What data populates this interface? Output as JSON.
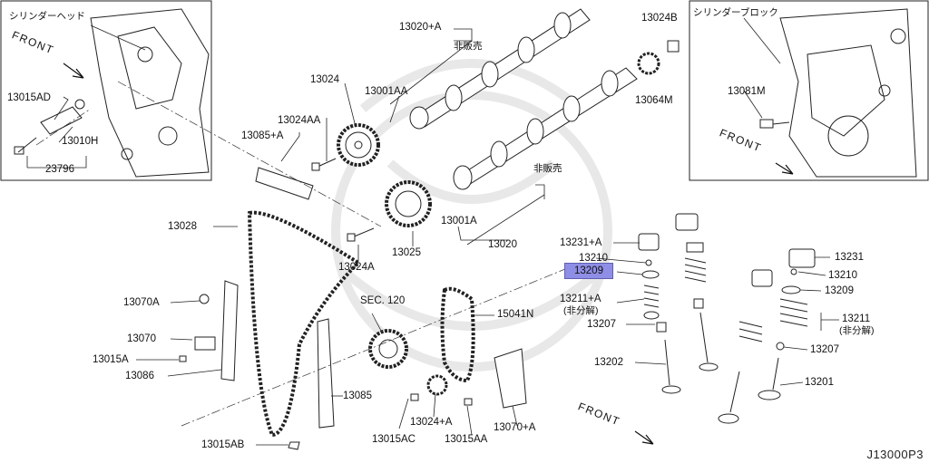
{
  "parts": {
    "l13020a": "13020+A",
    "l13024b": "13024B",
    "l13024": "13024",
    "l13001aa": "13001AA",
    "l13064m": "13064M",
    "l13024aa": "13024AA",
    "l13085a": "13085+A",
    "l13081m": "13081M",
    "l13028": "13028",
    "l13001a": "13001A",
    "l13020": "13020",
    "l13025": "13025",
    "l13024a": "13024A",
    "l13231a": "13231+A",
    "l13231": "13231",
    "l13210_left": "13210",
    "l13210_right": "13210",
    "l13209_left": "13209",
    "l13209_right": "13209",
    "l13211a": "13211+A",
    "l13211": "13211",
    "l13207_left": "13207",
    "l13207_right": "13207",
    "l13202": "13202",
    "l13201": "13201",
    "l13070a": "13070A",
    "l13070": "13070",
    "l13015a": "13015A",
    "l13086": "13086",
    "lsec120": "SEC. 120",
    "l15041n": "15041N",
    "l13085": "13085",
    "l13024pa": "13024+A",
    "l13070pa": "13070+A",
    "l13015ab": "13015AB",
    "l13015ac": "13015AC",
    "l13015aa": "13015AA",
    "l13015ad": "13015AD",
    "l13010h": "13010H",
    "l23796": "23796"
  },
  "notes": {
    "not_for_sale_top": "非販売",
    "not_for_sale_bottom": "非販売",
    "no_disassembly_left": "(非分解)",
    "no_disassembly_right": "(非分解)",
    "cylinder_head": "シリンダーヘッド",
    "cylinder_block": "シリンダーブロック",
    "front_1": "FRONT",
    "front_2": "FRONT",
    "front_3": "FRONT"
  },
  "diagram_code": "J13000P3",
  "highlighted_part": "13209",
  "colors": {
    "highlight": "#8f8ee6",
    "line": "#111111",
    "watermark": "#e6e6e6"
  }
}
